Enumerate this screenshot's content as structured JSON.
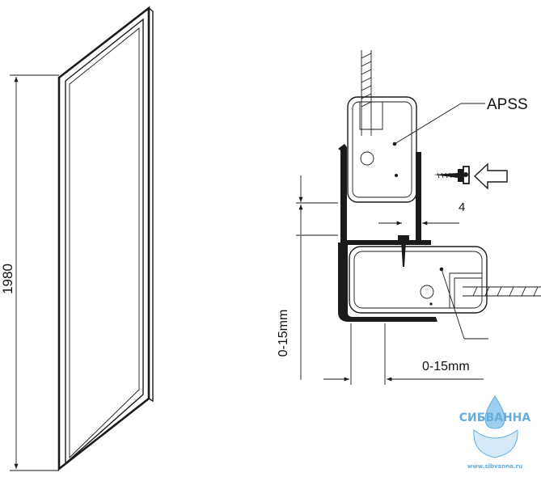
{
  "panel": {
    "height_label": "1980"
  },
  "detail": {
    "profile_label": "APSS",
    "screw_dim_label": "4",
    "horizontal_adjust_label": "0-15mm",
    "vertical_adjust_label": "0-15mm"
  },
  "watermark": {
    "brand": "СИБВАННА",
    "url": "www.sibvanna.ru"
  },
  "colors": {
    "line": "#1a1a1a",
    "watermark": "#4a9fd8"
  }
}
